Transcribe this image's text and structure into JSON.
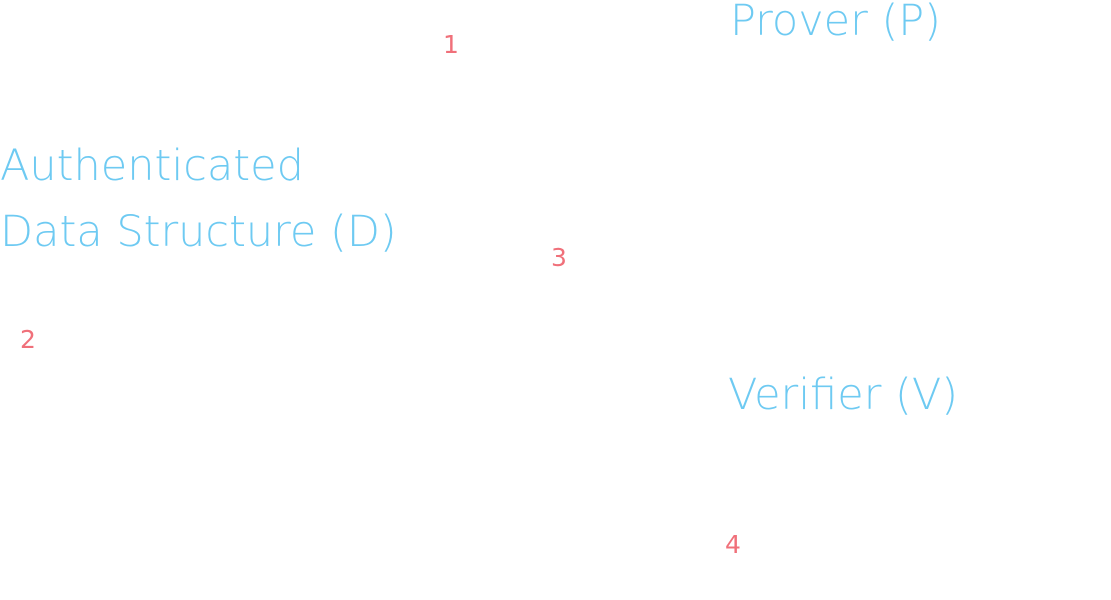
{
  "nodes": {
    "prover": "Prover (P)",
    "ads_line1": "Authenticated",
    "ads_line2": "Data Structure (D)",
    "verifier": "Verifier (V)"
  },
  "steps": [
    "1",
    "2",
    "3",
    "4"
  ],
  "colors": {
    "node_text": "#6ecaf2",
    "step_text": "#f0707a",
    "background": "#ffffff"
  }
}
